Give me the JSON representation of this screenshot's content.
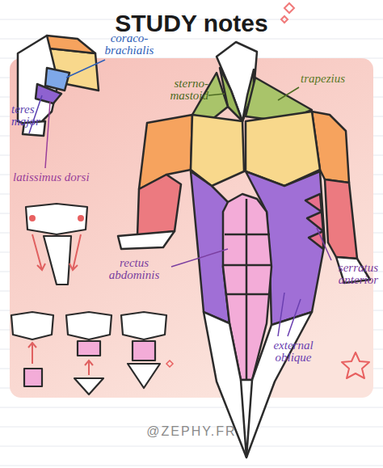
{
  "diagram": {
    "title": "STUDY notes",
    "labels": [
      "coraco- brachialis",
      "sterno- mastoid",
      "trapezius",
      "teres major",
      "latissimus dorsi",
      "rectus abdominis",
      "serratus anterior",
      "external oblique",
      "@ZEPHY.FR"
    ]
  }
}
